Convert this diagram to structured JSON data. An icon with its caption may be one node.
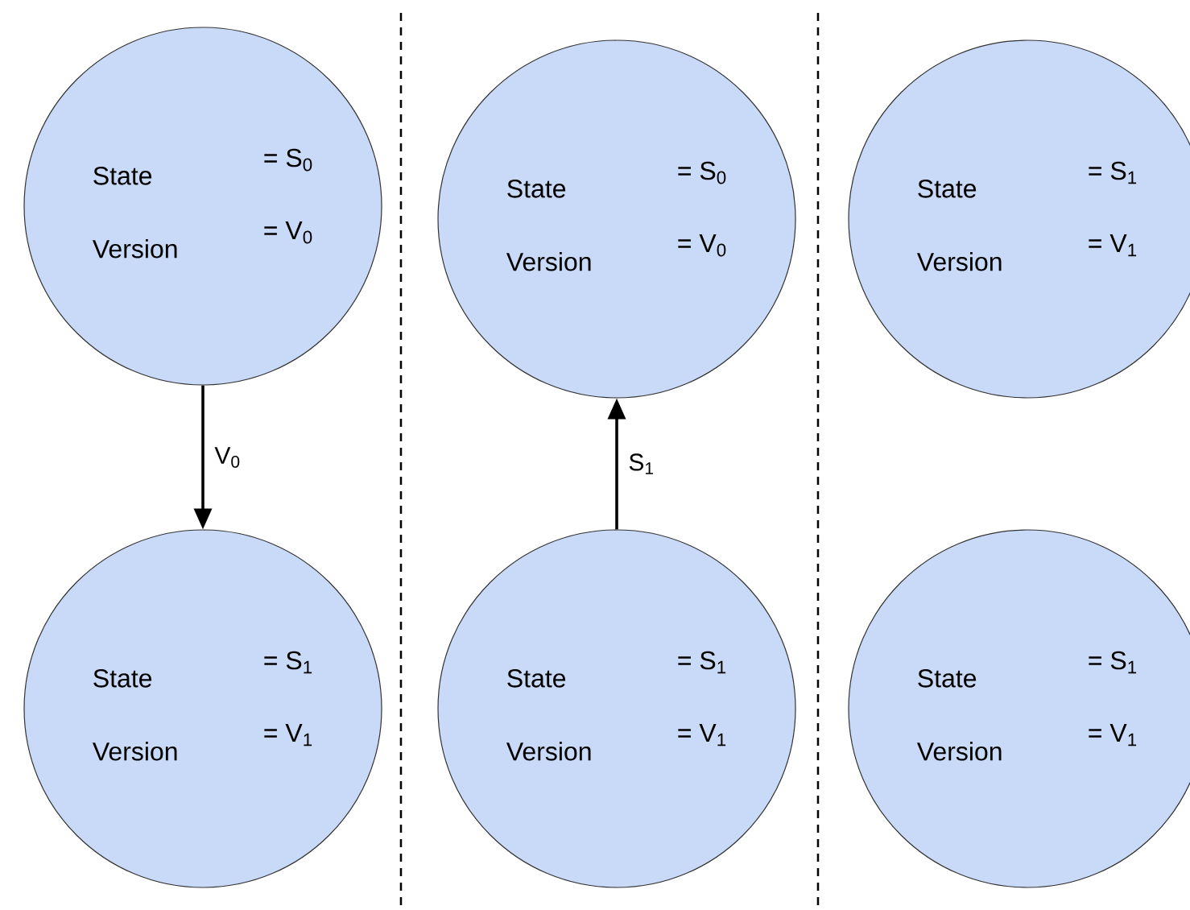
{
  "diagram": {
    "nodes": [
      {
        "text": [
          "State",
          "= S$_{0}$",
          "Version",
          "= V$_{0}$"
        ]
      },
      {
        "text": [
          "State",
          "= S$_{0}$",
          "Version",
          "= V$_{0}$"
        ]
      },
      {
        "text": [
          "State",
          "= S$_{1}$",
          "Version",
          "= V$_{1}$"
        ]
      },
      {
        "text": [
          "State",
          "= S$_{1}$",
          "Version",
          "= V$_{1}$"
        ]
      },
      {
        "text": [
          "State",
          "= S$_{1}$",
          "Version",
          "= V$_{1}$"
        ]
      },
      {
        "text": [
          "State",
          "= S$_{1}$",
          "Version",
          "= V$_{1}$"
        ]
      }
    ],
    "edges": [
      {
        "from": 0,
        "to": 3,
        "arrow": "to",
        "label": "V$_{0}$"
      },
      {
        "from": 4,
        "to": 1,
        "arrow": "to",
        "label": "S$_{1}$"
      }
    ]
  }
}
